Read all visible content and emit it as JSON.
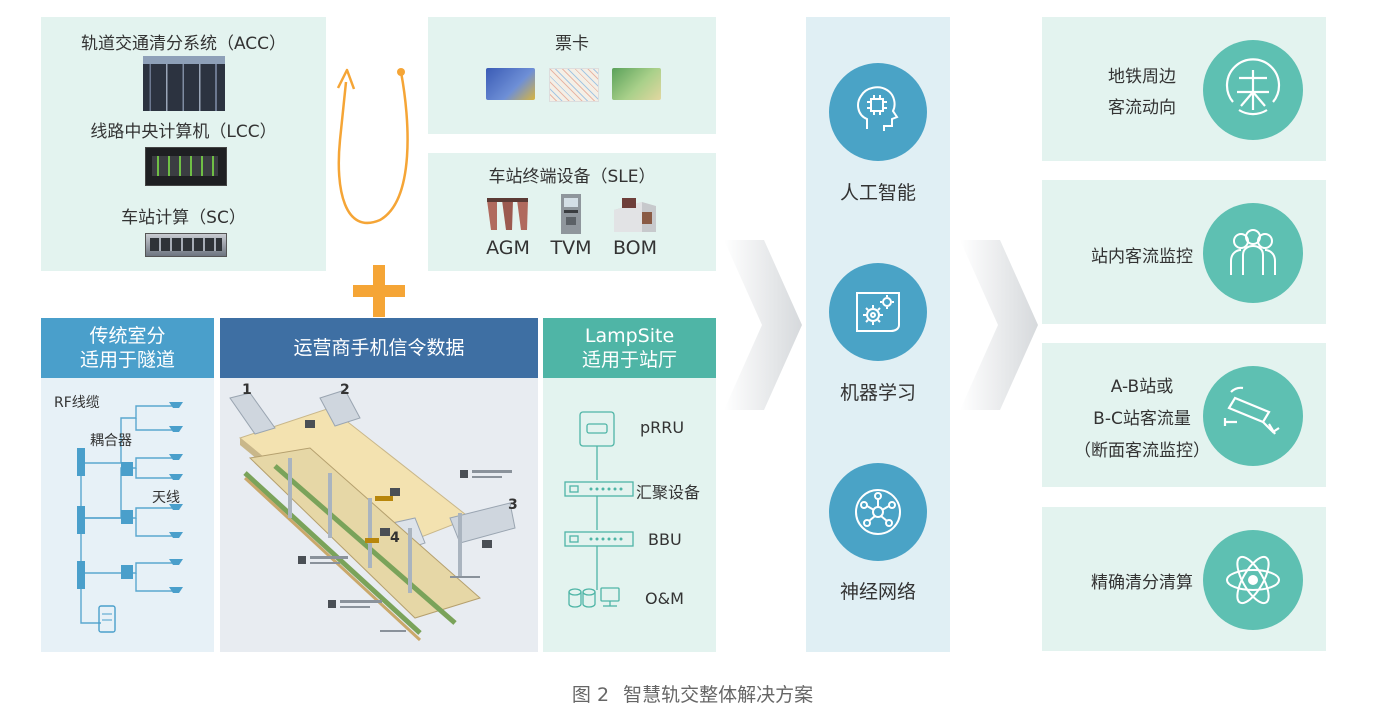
{
  "acc_panel": {
    "acc_label": "轨道交通清分系统（ACC）",
    "lcc_label": "线路中央计算机（LCC）",
    "sc_label": "车站计算（SC）"
  },
  "ticket_panel": {
    "title": "票卡"
  },
  "sle_panel": {
    "title": "车站终端设备（SLE）",
    "devices": [
      "AGM",
      "TVM",
      "BOM"
    ]
  },
  "bottom_left": {
    "traditional_header": [
      "传统室分",
      "适用于隧道"
    ],
    "operator_header": "运营商手机信令数据",
    "lampsite_header": [
      "LampSite",
      "适用于站厅"
    ],
    "traditional_labels": {
      "rf_cable": "RF线缆",
      "coupler": "耦合器",
      "antenna": "天线"
    },
    "lampsite_labels": [
      "pRRU",
      "汇聚设备",
      "BBU",
      "O&M"
    ],
    "station_exits": [
      "1",
      "2",
      "3",
      "4"
    ]
  },
  "ai_column": {
    "items": [
      "人工智能",
      "机器学习",
      "神经网络"
    ]
  },
  "right_column": {
    "items": [
      {
        "lines": [
          "地铁周边",
          "客流动向"
        ]
      },
      {
        "lines": [
          "站内客流监控"
        ]
      },
      {
        "lines": [
          "A-B站或",
          "B-C站客流量",
          "（断面客流监控）"
        ]
      },
      {
        "lines": [
          "精确清分清算"
        ]
      }
    ]
  },
  "caption": {
    "fig": "图 2",
    "text": "智慧轨交整体解决方案"
  },
  "colors": {
    "panel_bg": "#e3f3ef",
    "ai_bg": "#e0eff4",
    "ai_circle": "#4aa3c6",
    "teal_circle": "#5ec0b2",
    "header_teal": "#4fb5a6",
    "header_blue": "#3e6fa3",
    "header_lightblue": "#4a9fcb",
    "orange": "#f5a536"
  }
}
